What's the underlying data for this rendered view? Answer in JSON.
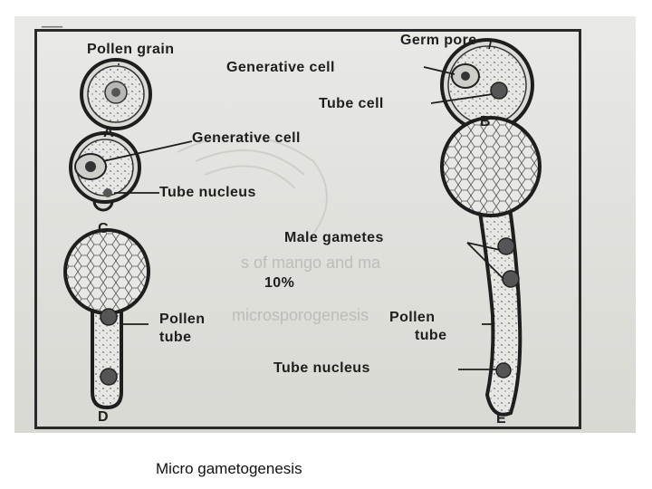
{
  "labels": {
    "pollen_grain": "Pollen grain",
    "fig_a": "A",
    "germ_pore": "Germ pore",
    "generative_cell_b": "Generative cell",
    "tube_cell": "Tube cell",
    "fig_b": "B",
    "generative_cell_c": "Generative cell",
    "tube_nucleus_c": "Tube nucleus",
    "fig_c": "C",
    "male_gametes": "Male gametes",
    "percent": "10%",
    "pollen_tube_d_1": "Pollen",
    "pollen_tube_d_2": "tube",
    "fig_d": "D",
    "pollen_tube_e_1": "Pollen",
    "pollen_tube_e_2": "tube",
    "tube_nucleus_e": "Tube nucleus",
    "fig_e": "E"
  },
  "background_text": {
    "line1": "s of mango and ma",
    "line2": "microsporogenesis"
  },
  "caption": "Micro gametogenesis",
  "colors": {
    "ink": "#1e1e1e",
    "paper": "#e4e4e0",
    "caption": "#111111"
  }
}
